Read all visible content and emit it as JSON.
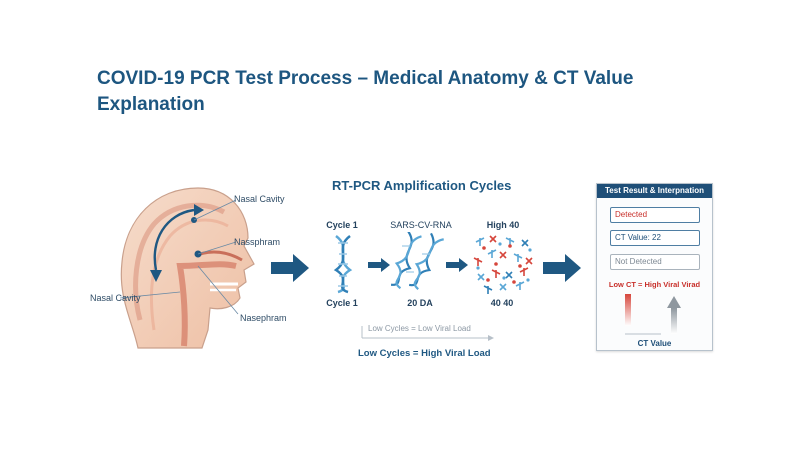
{
  "title": "COVID-19 PCR Test Process – Medical Anatomy & CT Value Explanation",
  "anatomy": {
    "label_top": "Nasal Cavity",
    "label_mid": "Nassphram",
    "label_left": "Nasal Cavity",
    "label_bottom": "Nasephram"
  },
  "pcr": {
    "title": "RT-PCR Amplification Cycles",
    "stages": [
      {
        "top": "Cycle 1",
        "bottom": "Cycle 1"
      },
      {
        "top": "SARS-CV-RNA",
        "bottom": "20 DA"
      },
      {
        "top": "High 40",
        "bottom": "40 40"
      }
    ],
    "note": "Low Cycles = Low Viral Load",
    "summary": "Low Cycles = High Viral Load"
  },
  "result": {
    "header": "Test Result & Interpnation",
    "detected": "Detected",
    "ct_value": "CT Value: 22",
    "not_detected": "Not Detected",
    "low_ct_note": "Low CT = High Viral Virad",
    "ct_axis_label": "CT Value"
  },
  "colors": {
    "title": "#1d5680",
    "arrow": "#1f5882",
    "dna_blue": "#5aa7d6",
    "dna_red": "#d6463c",
    "detected": "#c8302b",
    "skin": "#f2d3c0"
  }
}
